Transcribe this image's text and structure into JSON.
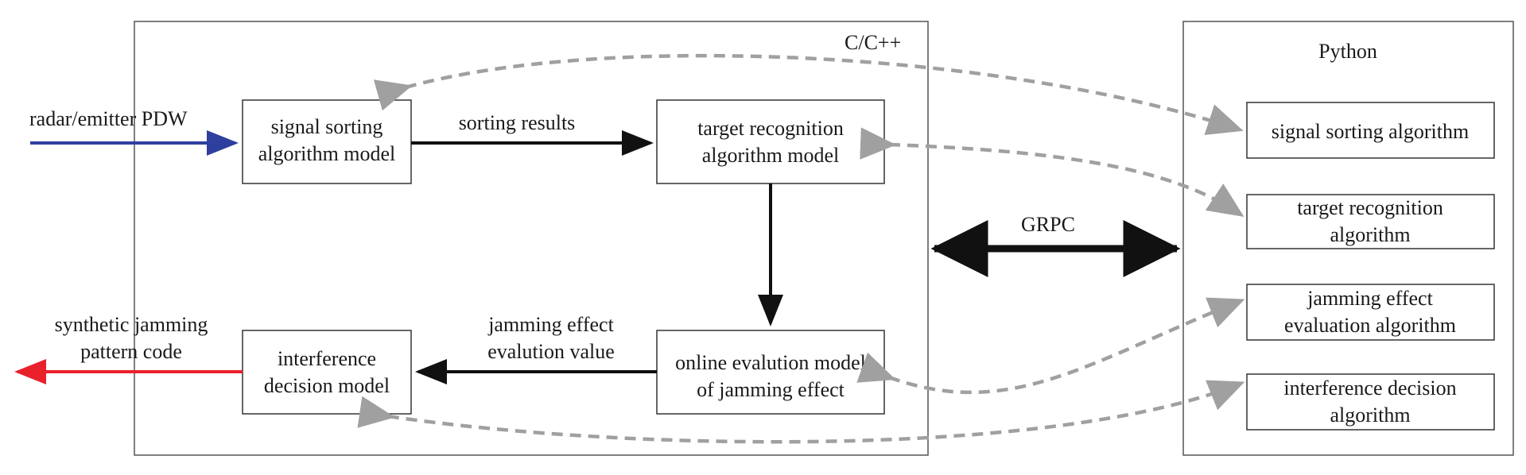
{
  "containers": {
    "cpp": {
      "label": "C/C++"
    },
    "python": {
      "label": "Python"
    }
  },
  "cpp_blocks": {
    "signal_sorting": {
      "line1": "signal sorting",
      "line2": "algorithm model"
    },
    "target_recognition": {
      "line1": "target recognition",
      "line2": "algorithm model"
    },
    "interference_decision": {
      "line1": "interference",
      "line2": "decision model"
    },
    "online_evaluation": {
      "line1": "online evalution model",
      "line2": "of jamming effect"
    }
  },
  "python_blocks": {
    "signal_sorting": {
      "line1": "signal sorting algorithm"
    },
    "target_recognition": {
      "line1": "target recognition",
      "line2": "algorithm"
    },
    "jamming_effect": {
      "line1": "jamming effect",
      "line2": "evaluation algorithm"
    },
    "interference_decision": {
      "line1": "interference decision",
      "line2": "algorithm"
    }
  },
  "labels": {
    "input": "radar/emitter PDW",
    "sorting_results": "sorting results",
    "grpc": "GRPC",
    "jamming_value_line1": "jamming effect",
    "jamming_value_line2": "evalution value",
    "output_line1": "synthetic jamming",
    "output_line2": "pattern code"
  },
  "colors": {
    "input_arrow": "#2e3f9e",
    "output_arrow": "#e8212b",
    "flow_arrow": "#111111",
    "dashed_arrow": "#a0a0a0",
    "box_stroke": "#333333"
  }
}
